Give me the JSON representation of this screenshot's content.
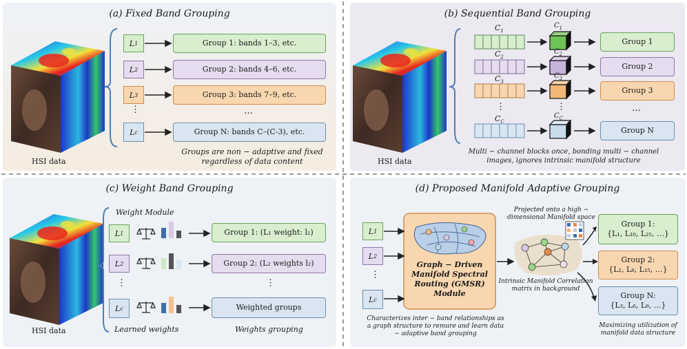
{
  "panel_a": {
    "title": "(a) Fixed Band Grouping",
    "hsi_label": "HSI data",
    "labels": [
      "L",
      "L",
      "L",
      "L"
    ],
    "label_subs": [
      "1",
      "2",
      "3",
      "c"
    ],
    "groups": [
      "Group 1: bands 1–3, etc.",
      "Group 2: bands 4–6, etc.",
      "Group 3: bands 7–9, etc.",
      "…",
      "Group N: bands C–(C-3), etc."
    ],
    "caption": "Groups are non − adaptive and fixed regardless of data content"
  },
  "panel_b": {
    "title": "(b) Sequential Band Grouping",
    "hsi_label": "HSI data",
    "block_labels": [
      "C",
      "C",
      "C",
      "C"
    ],
    "block_subs": [
      "1",
      "2",
      "3",
      "C"
    ],
    "groups": [
      "Group 1",
      "Group 2",
      "Group 3",
      "…",
      "Group N"
    ],
    "caption": "Multi − channel blocks once, bonding multi − channel images, ignores intrinsic manifold structure"
  },
  "panel_c": {
    "title": "(c) Weight Band Grouping",
    "hsi_label": "HSI data",
    "weight_module": "Weight Module",
    "labels": [
      "L",
      "L",
      "L"
    ],
    "label_subs": [
      "1",
      "2",
      "c"
    ],
    "groups": [
      "Group 1: (L₁ weight: l₁)",
      "Group 2: (L₂ weights l₂)",
      "Weighted groups"
    ],
    "learned_weights": "Learned weights",
    "weights_grouping": "Weights grouping",
    "scale_icon": "balance-scale-icon"
  },
  "panel_d": {
    "title": "(d) Proposed Manifold Adaptive Grouping",
    "labels": [
      "L",
      "L",
      "L"
    ],
    "label_subs": [
      "1",
      "2",
      "c"
    ],
    "module_text": "Graph − Driven Manifold Spectral Routing (GMSR) Module",
    "projected": "Projected onto a high − dimensional Manifold space",
    "correlation": "Intrinsic Manifold Correlation matrix in background",
    "caption_left": "Characterizes inter − band relationships as a graph structure to remure and learn data − adaptive band grouping",
    "caption_right": "Maximizing utilization of manifold data structure",
    "group1_title": "Group 1:",
    "group1_items": "{L₁, L₁₀, L₂₅, …}",
    "group2_title": "Group 2:",
    "group2_items": "{L₂, L₈, L₁₅, …}",
    "groupN_title": "Group N:",
    "groupN_items": "{L₃, L₆, L₉, …}"
  },
  "colors": {
    "green": "#d8eecf",
    "purple": "#e6dcef",
    "orange": "#f8d7b0",
    "blue": "#d9e6f1"
  }
}
